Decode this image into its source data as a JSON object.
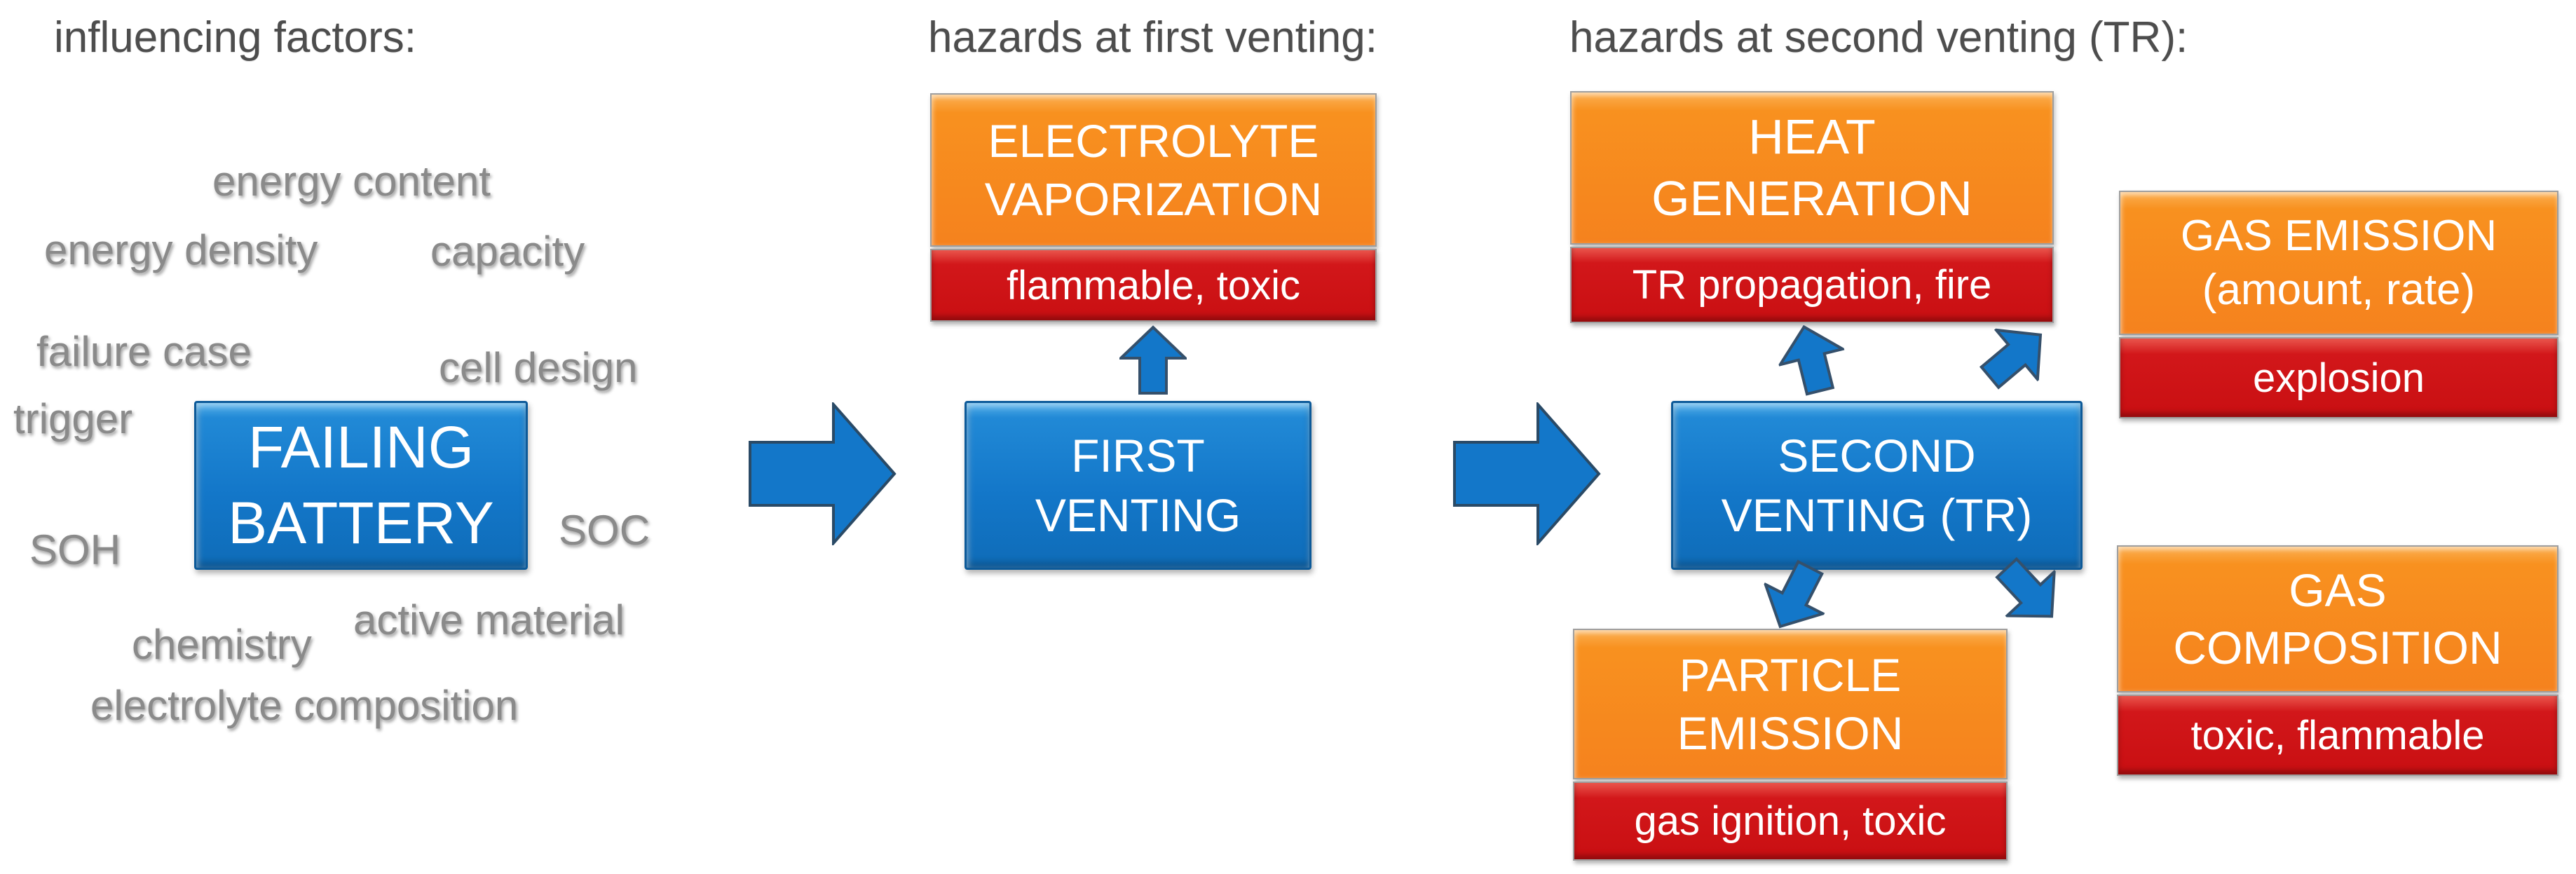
{
  "palette": {
    "process_blue": "#1377C9",
    "hazard_orange": "#F5821E",
    "hazard_red": "#C90F12",
    "factor_gray": "#8A8A8A",
    "header_gray": "#4D4D4D"
  },
  "headers": {
    "influencing": "influencing factors:",
    "first_venting": "hazards at first venting:",
    "second_venting": "hazards at second venting (TR):"
  },
  "factors": [
    "energy content",
    "energy density",
    "capacity",
    "failure case",
    "cell design",
    "trigger",
    "SOH",
    "SOC",
    "chemistry",
    "active material",
    "electrolyte composition"
  ],
  "boxes": {
    "failing_battery": {
      "lines": [
        "FAILING",
        "BATTERY"
      ]
    },
    "first_venting": {
      "lines": [
        "FIRST",
        "VENTING"
      ]
    },
    "second_venting": {
      "lines": [
        "SECOND",
        "VENTING (TR)"
      ]
    },
    "electrolyte_vaporization": {
      "lines": [
        "ELECTROLYTE",
        "VAPORIZATION"
      ],
      "hazard": "flammable, toxic"
    },
    "heat_generation": {
      "lines": [
        "HEAT",
        "GENERATION"
      ],
      "hazard": "TR propagation, fire"
    },
    "gas_emission": {
      "lines": [
        "GAS EMISSION",
        "(amount, rate)"
      ],
      "hazard": "explosion"
    },
    "gas_composition": {
      "lines": [
        "GAS",
        "COMPOSITION"
      ],
      "hazard": "toxic, flammable"
    },
    "particle_emission": {
      "lines": [
        "PARTICLE",
        "EMISSION"
      ],
      "hazard": "gas ignition, toxic"
    }
  }
}
